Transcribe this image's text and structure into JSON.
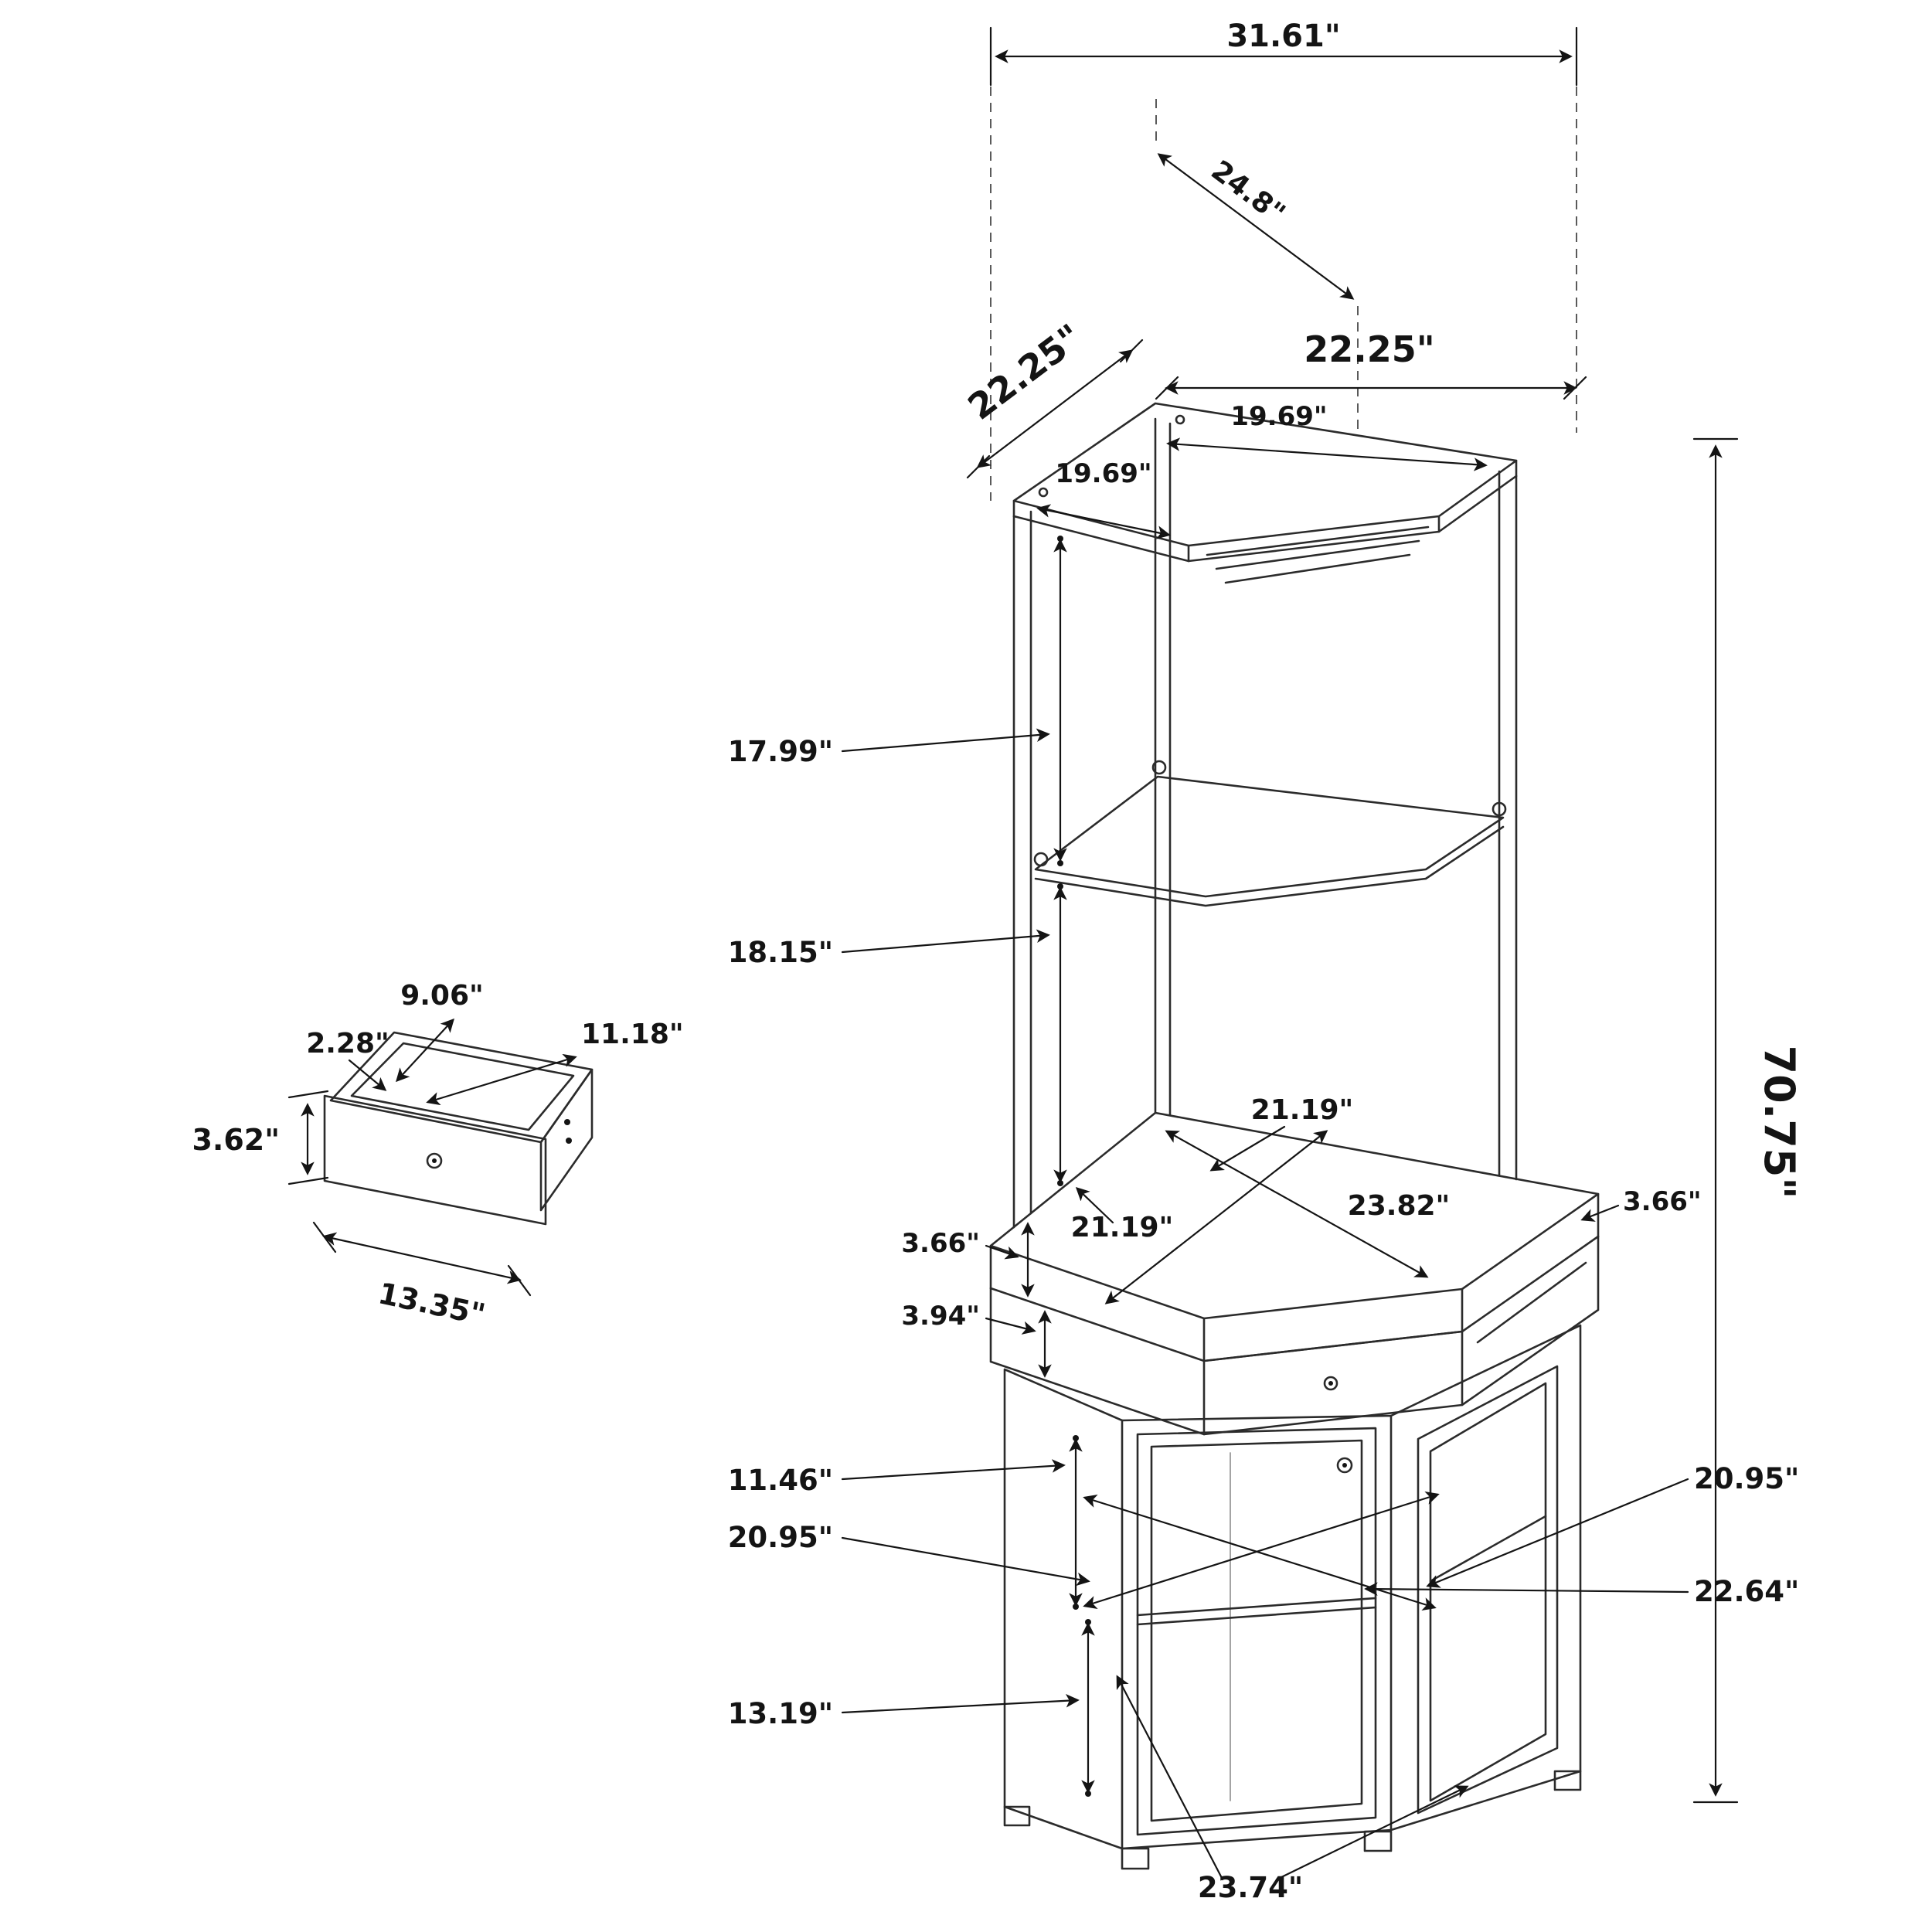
{
  "dims": {
    "total_width": "31.61\"",
    "top_diagonal": "24.8\"",
    "side_left": "22.25\"",
    "side_right": "22.25\"",
    "depth_right": "19.69\"",
    "depth_left": "19.69\"",
    "shelf_gap_top": "17.99\"",
    "shelf_gap_bottom": "18.15\"",
    "total_height": "70.75\"",
    "counter_edge_right": "21.19\"",
    "counter_edge_left": "21.19\"",
    "counter_diagonal": "23.82\"",
    "counter_thickness": "3.66\"",
    "counter_thickness_right": "3.66\"",
    "apron_height": "3.94\"",
    "upper_shelf_gap": "11.46\"",
    "shelf_width_left": "20.95\"",
    "shelf_width_right": "20.95\"",
    "shelf_diagonal": "22.64\"",
    "lower_shelf_gap": "13.19\"",
    "bottom_width": "23.74\"",
    "drawer_inner_depth": "9.06\"",
    "drawer_wall": "2.28\"",
    "drawer_inner_width": "11.18\"",
    "drawer_height": "3.62\"",
    "drawer_width": "13.35\""
  }
}
